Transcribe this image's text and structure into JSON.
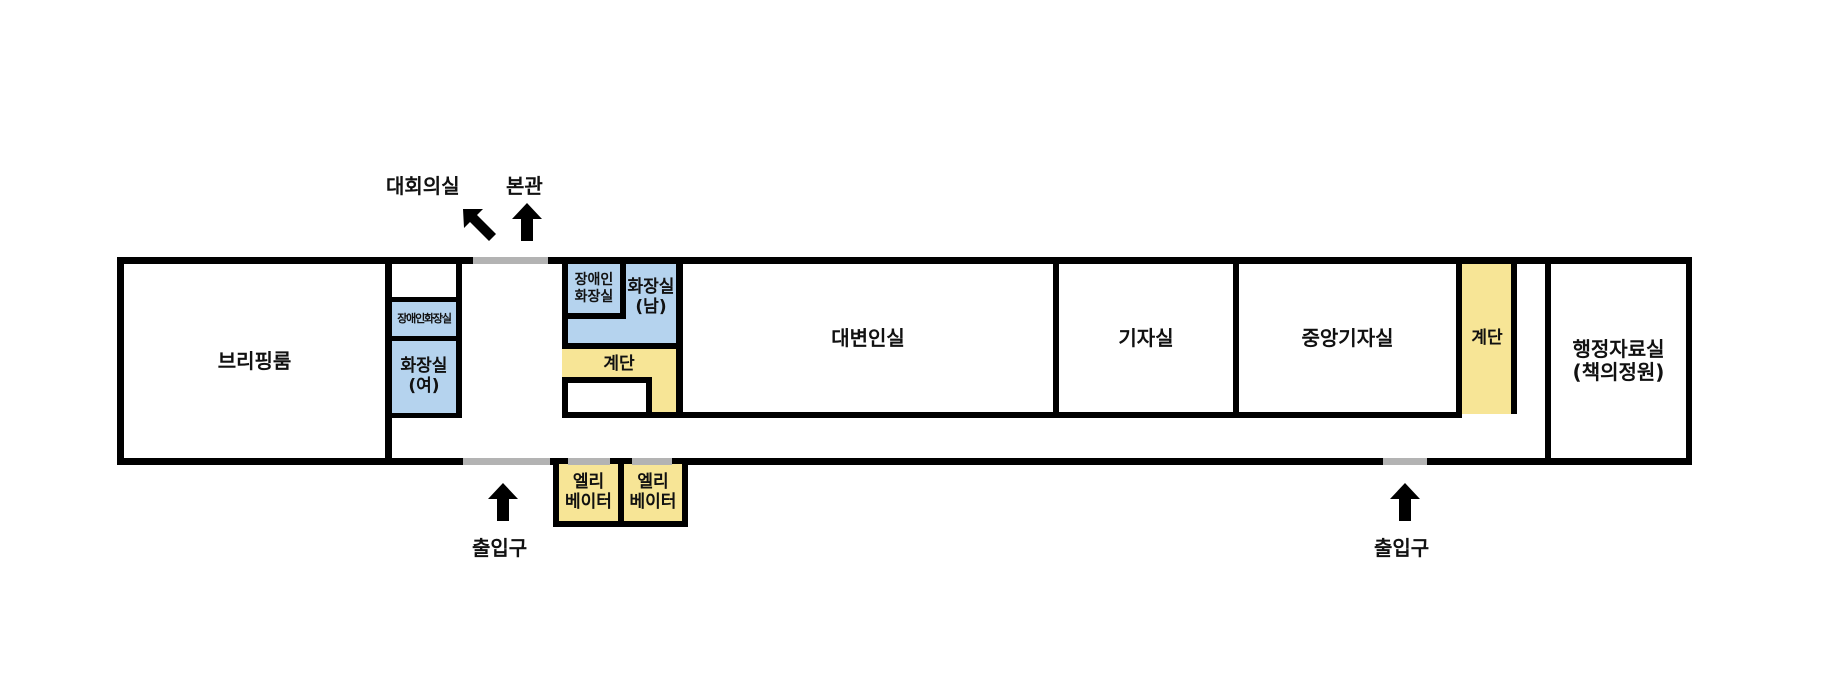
{
  "floor_plan": {
    "colors": {
      "wall": "#000000",
      "door": "#b3b3b3",
      "restroom": "#b5d3ee",
      "stairs_elevator": "#f7e596",
      "room": "#ffffff"
    },
    "rooms": {
      "briefing_room": "브리핑룸",
      "accessible_restroom_left": "장애인화장실",
      "restroom_women": "화장실\n(여)",
      "accessible_restroom_right": "장애인\n화장실",
      "restroom_men": "화장실\n(남)",
      "stairs_left": "계단",
      "spokesperson_office": "대변인실",
      "press_room": "기자실",
      "central_press_room": "중앙기자실",
      "stairs_right": "계단",
      "admin_archive": "행정자료실\n(책의정원)",
      "elevator_1": "엘리\n베이터",
      "elevator_2": "엘리\n베이터"
    },
    "directions": {
      "conference_hall": "대회의실",
      "main_building": "본관",
      "entrance_left": "출입구",
      "entrance_right": "출입구"
    }
  }
}
